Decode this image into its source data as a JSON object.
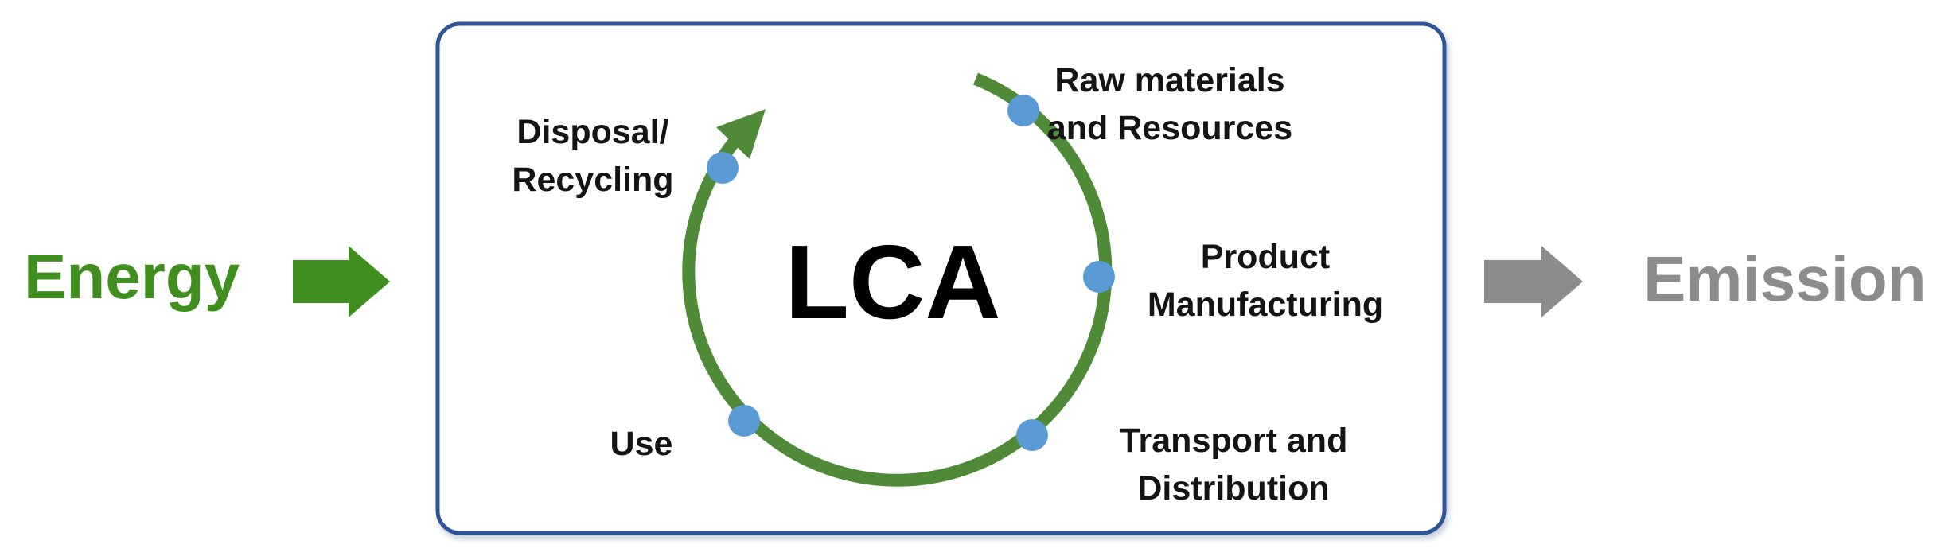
{
  "diagram": {
    "input_label": "Energy",
    "output_label": "Emission",
    "center_label": "LCA",
    "stages": {
      "raw": {
        "line1": "Raw materials",
        "line2": "and Resources"
      },
      "product": {
        "line1": "Product",
        "line2": "Manufacturing"
      },
      "transport": {
        "line1": "Transport and",
        "line2": "Distribution"
      },
      "use": {
        "line1": "Use"
      },
      "disposal": {
        "line1": "Disposal/",
        "line2": "Recycling"
      }
    },
    "colors": {
      "cycle": "#4E8A37",
      "energy": "#3F8E1F",
      "emission": "#8C8C8C",
      "node": "#5B9BD5",
      "frame": "#2F5597"
    }
  }
}
